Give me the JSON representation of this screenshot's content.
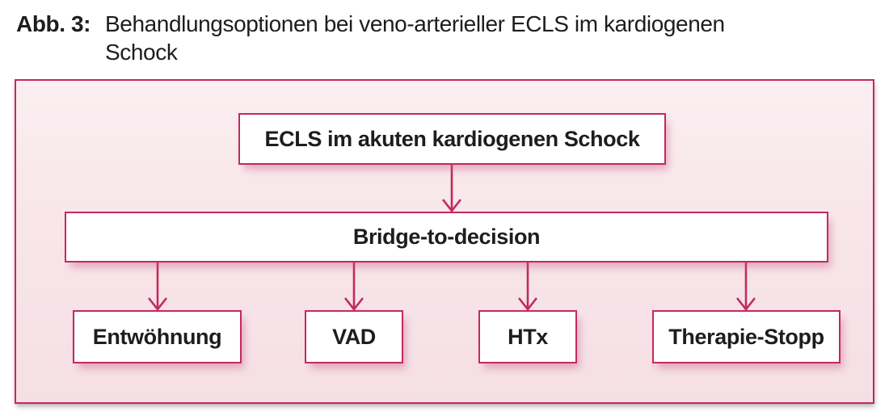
{
  "figure": {
    "label": "Abb. 3:",
    "caption_lines": [
      "Behandlungsoptionen bei veno-arterieller ECLS im kardiogenen",
      "Schock"
    ]
  },
  "flowchart": {
    "root": {
      "label": "ECLS im akuten kardiogenen Schock"
    },
    "decision": {
      "label": "Bridge-to-decision"
    },
    "options": [
      {
        "label": "Entwöhnung"
      },
      {
        "label": "VAD"
      },
      {
        "label": "HTx"
      },
      {
        "label": "Therapie-Stopp"
      }
    ],
    "colors": {
      "accent": "#c32a5e",
      "panel_top": "#fbeff2",
      "panel_bottom": "#f5dfe5",
      "node_bg": "#ffffff",
      "text": "#1d1d1b"
    }
  }
}
